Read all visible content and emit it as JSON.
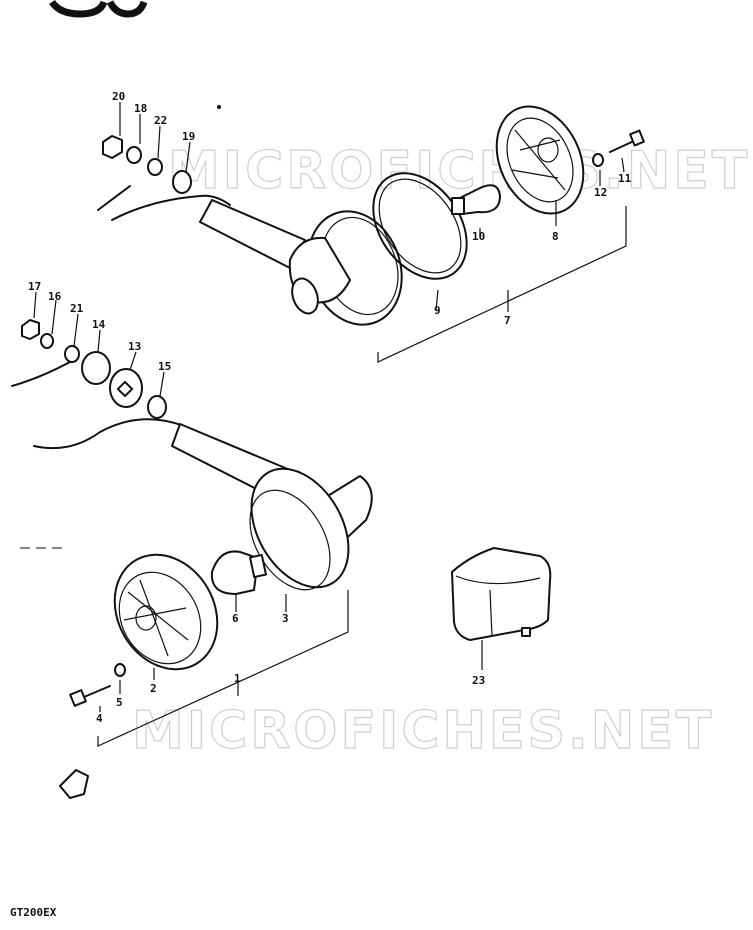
{
  "watermark": "MICROFICHES.NET",
  "model_code": "GT200EX",
  "callouts": [
    "1",
    "2",
    "3",
    "4",
    "5",
    "6",
    "7",
    "8",
    "9",
    "10",
    "11",
    "12",
    "13",
    "14",
    "15",
    "16",
    "17",
    "18",
    "19",
    "20",
    "21",
    "22",
    "23"
  ]
}
